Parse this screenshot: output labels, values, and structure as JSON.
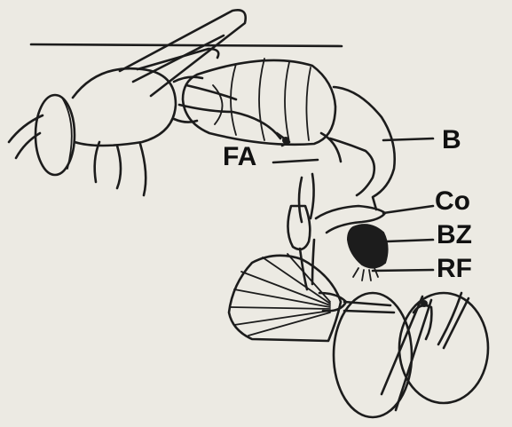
{
  "labels": {
    "b": "B",
    "fa": "FA",
    "co": "Co",
    "bz": "BZ",
    "rf": "RF"
  }
}
